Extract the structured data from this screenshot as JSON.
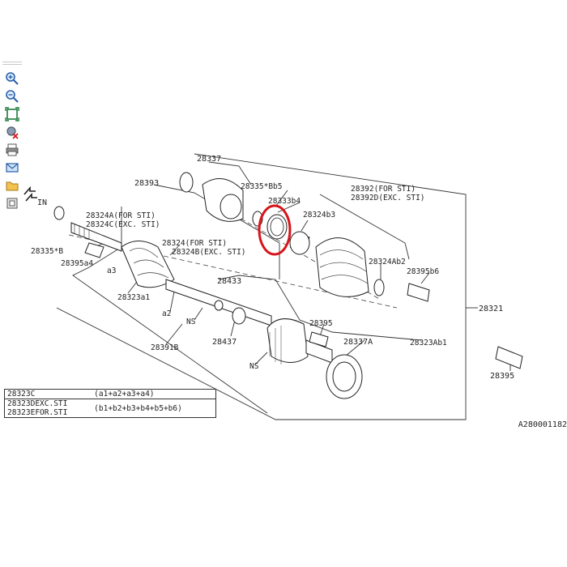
{
  "toolbar": {
    "buttons": [
      {
        "name": "zoom-in-icon"
      },
      {
        "name": "zoom-out-icon"
      },
      {
        "name": "fit-page-icon"
      },
      {
        "name": "hotspot-off-icon"
      },
      {
        "name": "print-icon"
      },
      {
        "name": "email-icon"
      },
      {
        "name": "folder-icon"
      },
      {
        "name": "link-icon"
      }
    ],
    "cursor_text": "IN"
  },
  "labels": {
    "p28337": "28337",
    "p28393": "28393",
    "p28335_b5": "28335*Bb5",
    "p28333b4": "28333b4",
    "p28392_sti": "28392(FOR STI)",
    "p28392d": "28392D(EXC. STI)",
    "p28324a_sti": "28324A(FOR STI)",
    "p28324c": "28324C(EXC. STI)",
    "p28324b3": "28324b3",
    "p28335_b": "28335*B",
    "p28395a4": "28395a4",
    "a3": "a3",
    "p28324_sti": "28324(FOR STI)",
    "p28324b": "28324B(EXC. STI)",
    "p28324ab2": "28324Ab2",
    "p28395b6": "28395b6",
    "p28433": "28433",
    "p28323a1": "28323a1",
    "a2": "a2",
    "p28321": "28321",
    "ns1": "NS",
    "p28395_mid": "28395",
    "p28437": "28437",
    "p28337a": "28337A",
    "p28323ab1": "28323Ab1",
    "p28391b": "28391B",
    "ns2": "NS",
    "p28395_right": "28395"
  },
  "legend": [
    {
      "part": "28323C",
      "formula": "(a1+a2+a3+a4)"
    },
    {
      "part": "28323DEXC.STI",
      "formula": ""
    },
    {
      "part": "28323EFOR.STI",
      "formula": "(b1+b2+b3+b4+b5+b6)"
    }
  ],
  "reference_code": "A280001182",
  "highlight_color": "#d7141a"
}
